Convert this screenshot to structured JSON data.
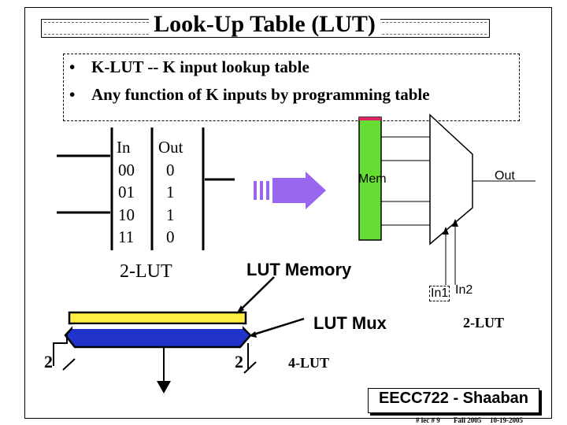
{
  "title": "Look-Up Table (LUT)",
  "bullets": [
    {
      "marker": "•",
      "text": "K-LUT -- K input lookup table"
    },
    {
      "marker": "•",
      "text": "Any function of K inputs by programming table"
    }
  ],
  "truth_table": {
    "header_in": "In",
    "header_out": "Out",
    "rows": [
      {
        "in": "00",
        "out": "0"
      },
      {
        "in": "01",
        "out": "1"
      },
      {
        "in": "10",
        "out": "1"
      },
      {
        "in": "11",
        "out": "0"
      }
    ]
  },
  "labels": {
    "two_lut_left": "2-LUT",
    "mem": "Mem",
    "out": "Out",
    "lut_memory": "LUT Memory",
    "in1": "In1",
    "in2": "In2",
    "lut_mux": "LUT Mux",
    "two_lut_right": "2-LUT",
    "bus_left": "2",
    "bus_right": "2",
    "four_lut": "4-LUT"
  },
  "footer": {
    "course": "EECC722 - Shaaban",
    "lec": "#  lec # 9",
    "term": "Fall 2005",
    "date": "10-19-2005"
  },
  "colors": {
    "mem_fill": "#66dd33",
    "mux_fill": "#ffffff",
    "arrow_fill": "#9966ee",
    "mem_bar_fill": "#ffee44",
    "mux_bar_fill": "#2233cc"
  }
}
